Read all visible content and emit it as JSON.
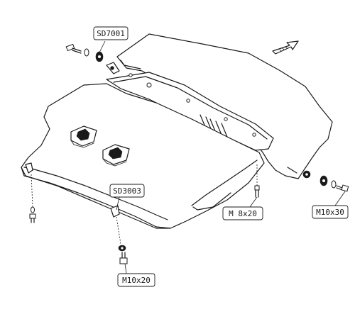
{
  "labels": {
    "sd7001": "SD7001",
    "sd3003": "SD3003",
    "m8x20": "M 8x20",
    "m10x30": "M10x30",
    "m10x20": "M10x20"
  }
}
